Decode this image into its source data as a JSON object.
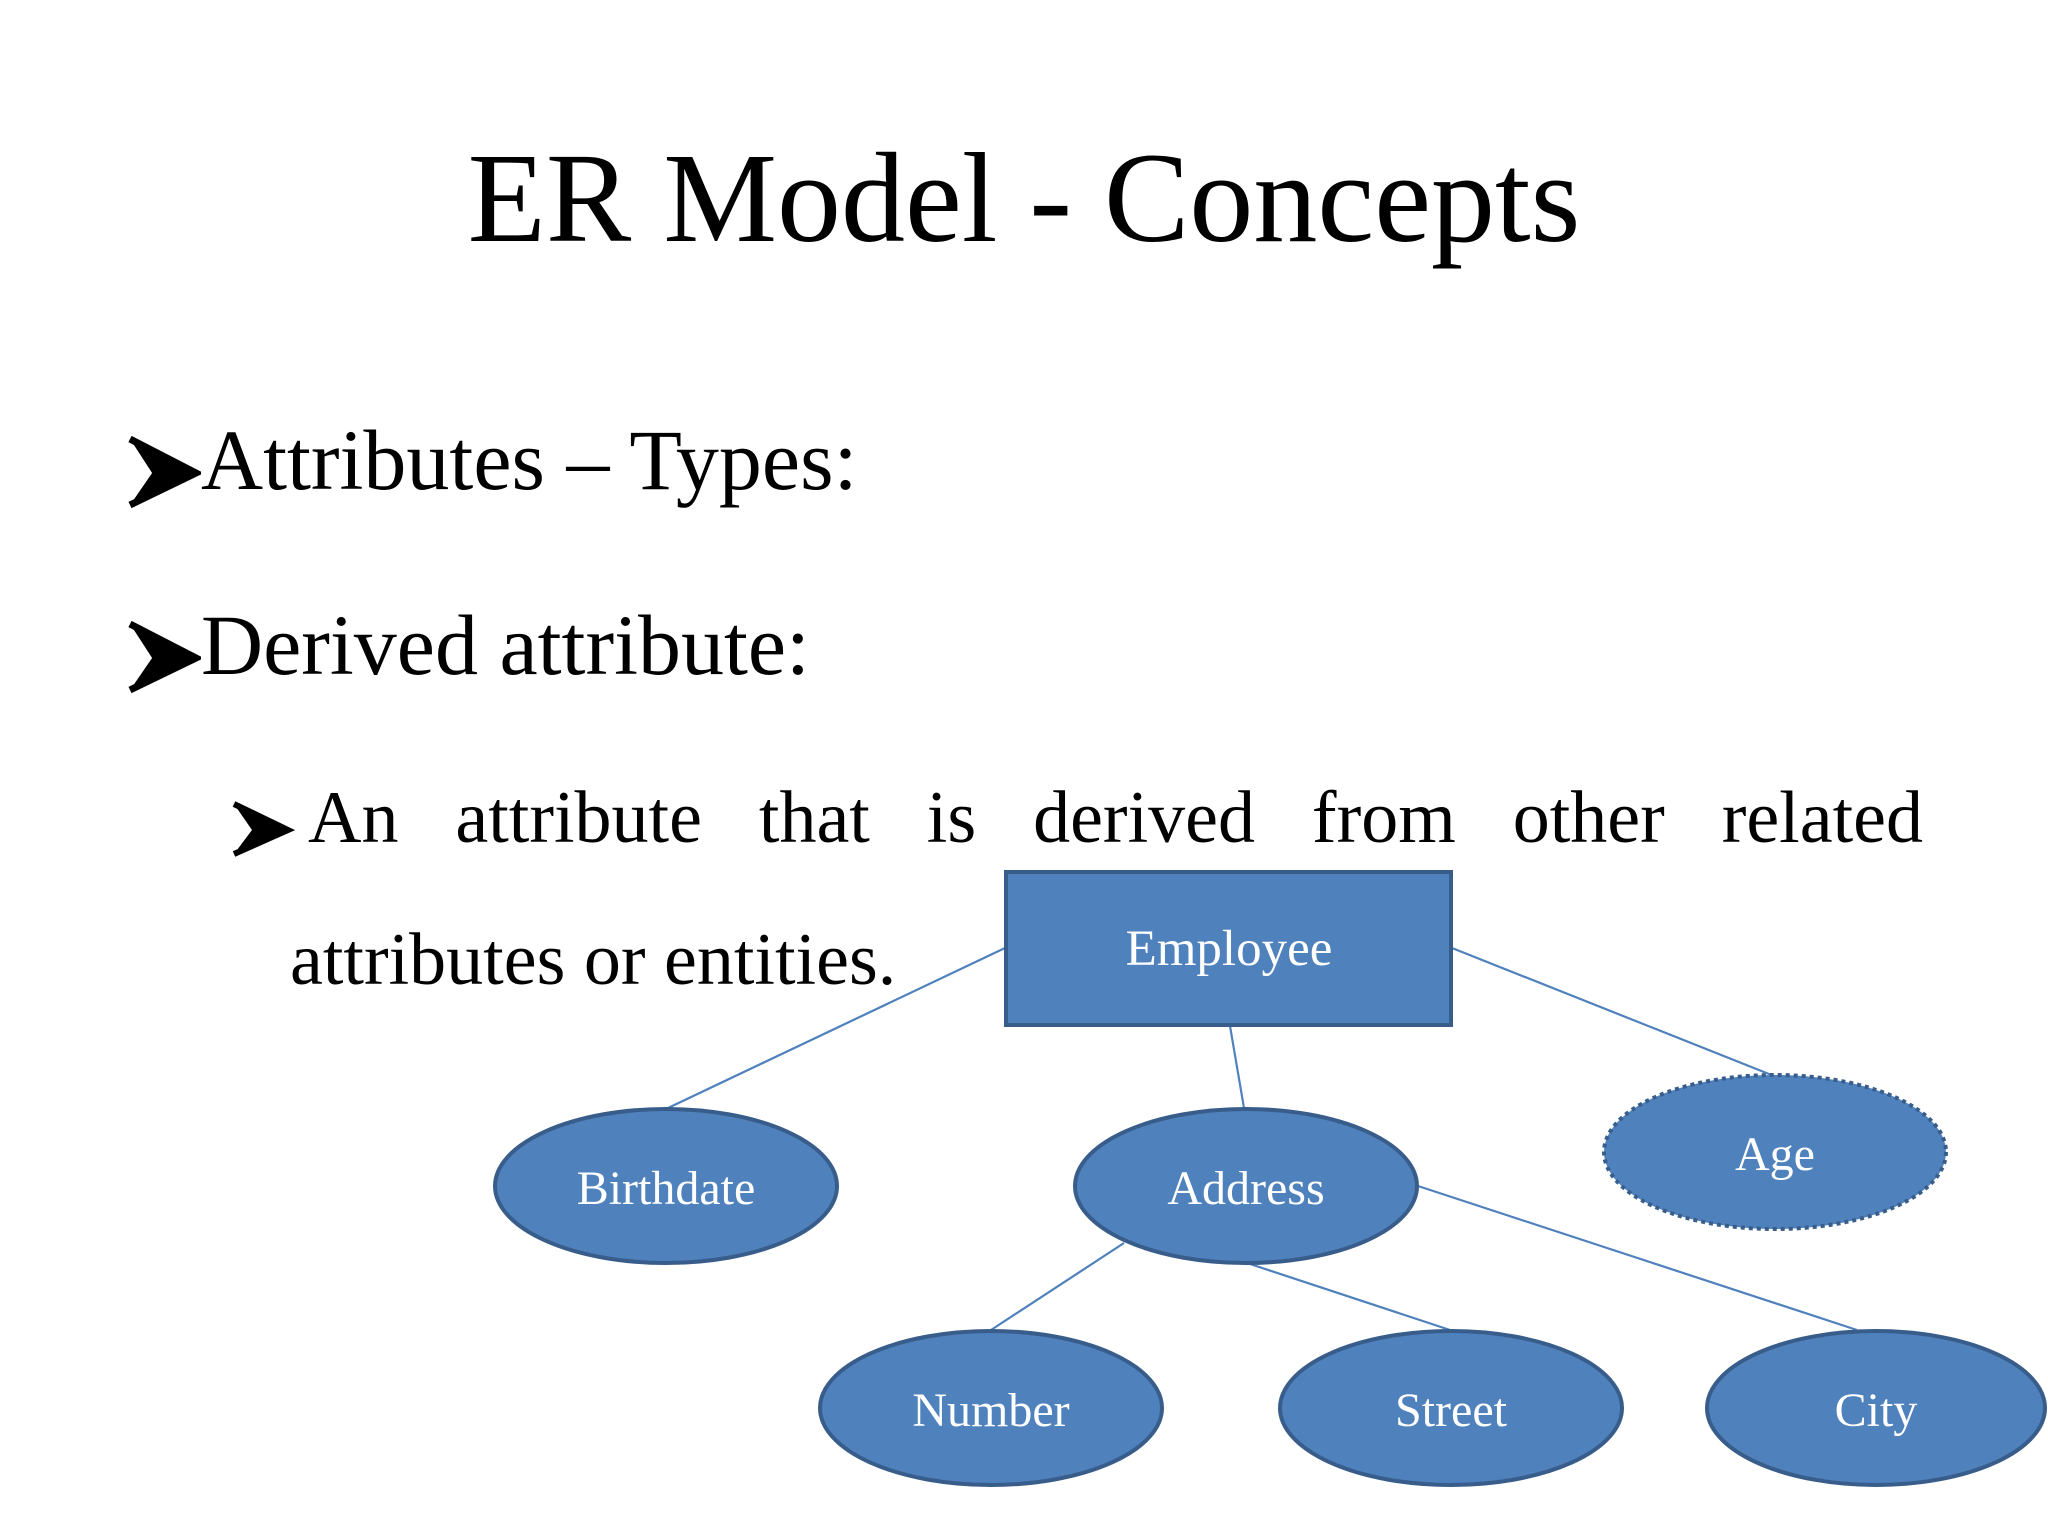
{
  "slide": {
    "title": "ER Model - Concepts",
    "bullets": [
      "Attributes – Types:",
      "Derived attribute:"
    ],
    "sub_bullet": {
      "line1": "An attribute that is derived from other related",
      "line2": "attributes or entities."
    }
  },
  "diagram": {
    "fill_color": "#4f81bd",
    "stroke_color": "#385d8a",
    "entity": {
      "label": "Employee"
    },
    "attributes": {
      "birthdate": {
        "label": "Birthdate",
        "kind": "simple"
      },
      "address": {
        "label": "Address",
        "kind": "composite"
      },
      "age": {
        "label": "Age",
        "kind": "derived",
        "border": "dashed"
      },
      "number": {
        "label": "Number",
        "kind": "component"
      },
      "street": {
        "label": "Street",
        "kind": "component"
      },
      "city": {
        "label": "City",
        "kind": "component"
      }
    },
    "relationships": [
      [
        "entity",
        "birthdate"
      ],
      [
        "entity",
        "address"
      ],
      [
        "entity",
        "age"
      ],
      [
        "address",
        "number"
      ],
      [
        "address",
        "street"
      ],
      [
        "address",
        "city"
      ]
    ]
  }
}
